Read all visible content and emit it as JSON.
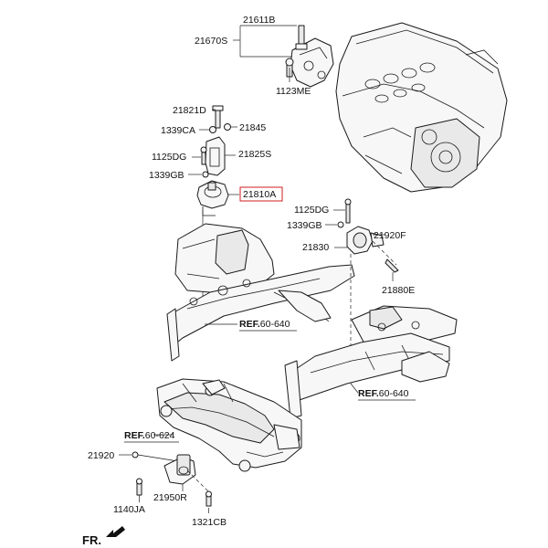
{
  "parts": {
    "p21611B": "21611B",
    "p21670S": "21670S",
    "p1123ME": "1123ME",
    "p21821D": "21821D",
    "p1339CA": "1339CA",
    "p21845": "21845",
    "p1125DG_left": "1125DG",
    "p21825S": "21825S",
    "p1339GB_left": "1339GB",
    "p21810A": "21810A",
    "p1125DG_right": "1125DG",
    "p1339GB_right": "1339GB",
    "p21920F": "21920F",
    "p21830": "21830",
    "p21880E": "21880E",
    "p21920": "21920",
    "p1140JA": "1140JA",
    "p21950R": "21950R",
    "p1321CB": "1321CB"
  },
  "refs": {
    "ref1": {
      "prefix": "REF.",
      "num": "60-640"
    },
    "ref2": {
      "prefix": "REF.",
      "num": "60-640"
    },
    "ref3": {
      "prefix": "REF.",
      "num": "60-624"
    }
  },
  "direction": {
    "label": "FR."
  },
  "colors": {
    "highlight": "#d21f1f",
    "line": "#1a1a1a"
  }
}
